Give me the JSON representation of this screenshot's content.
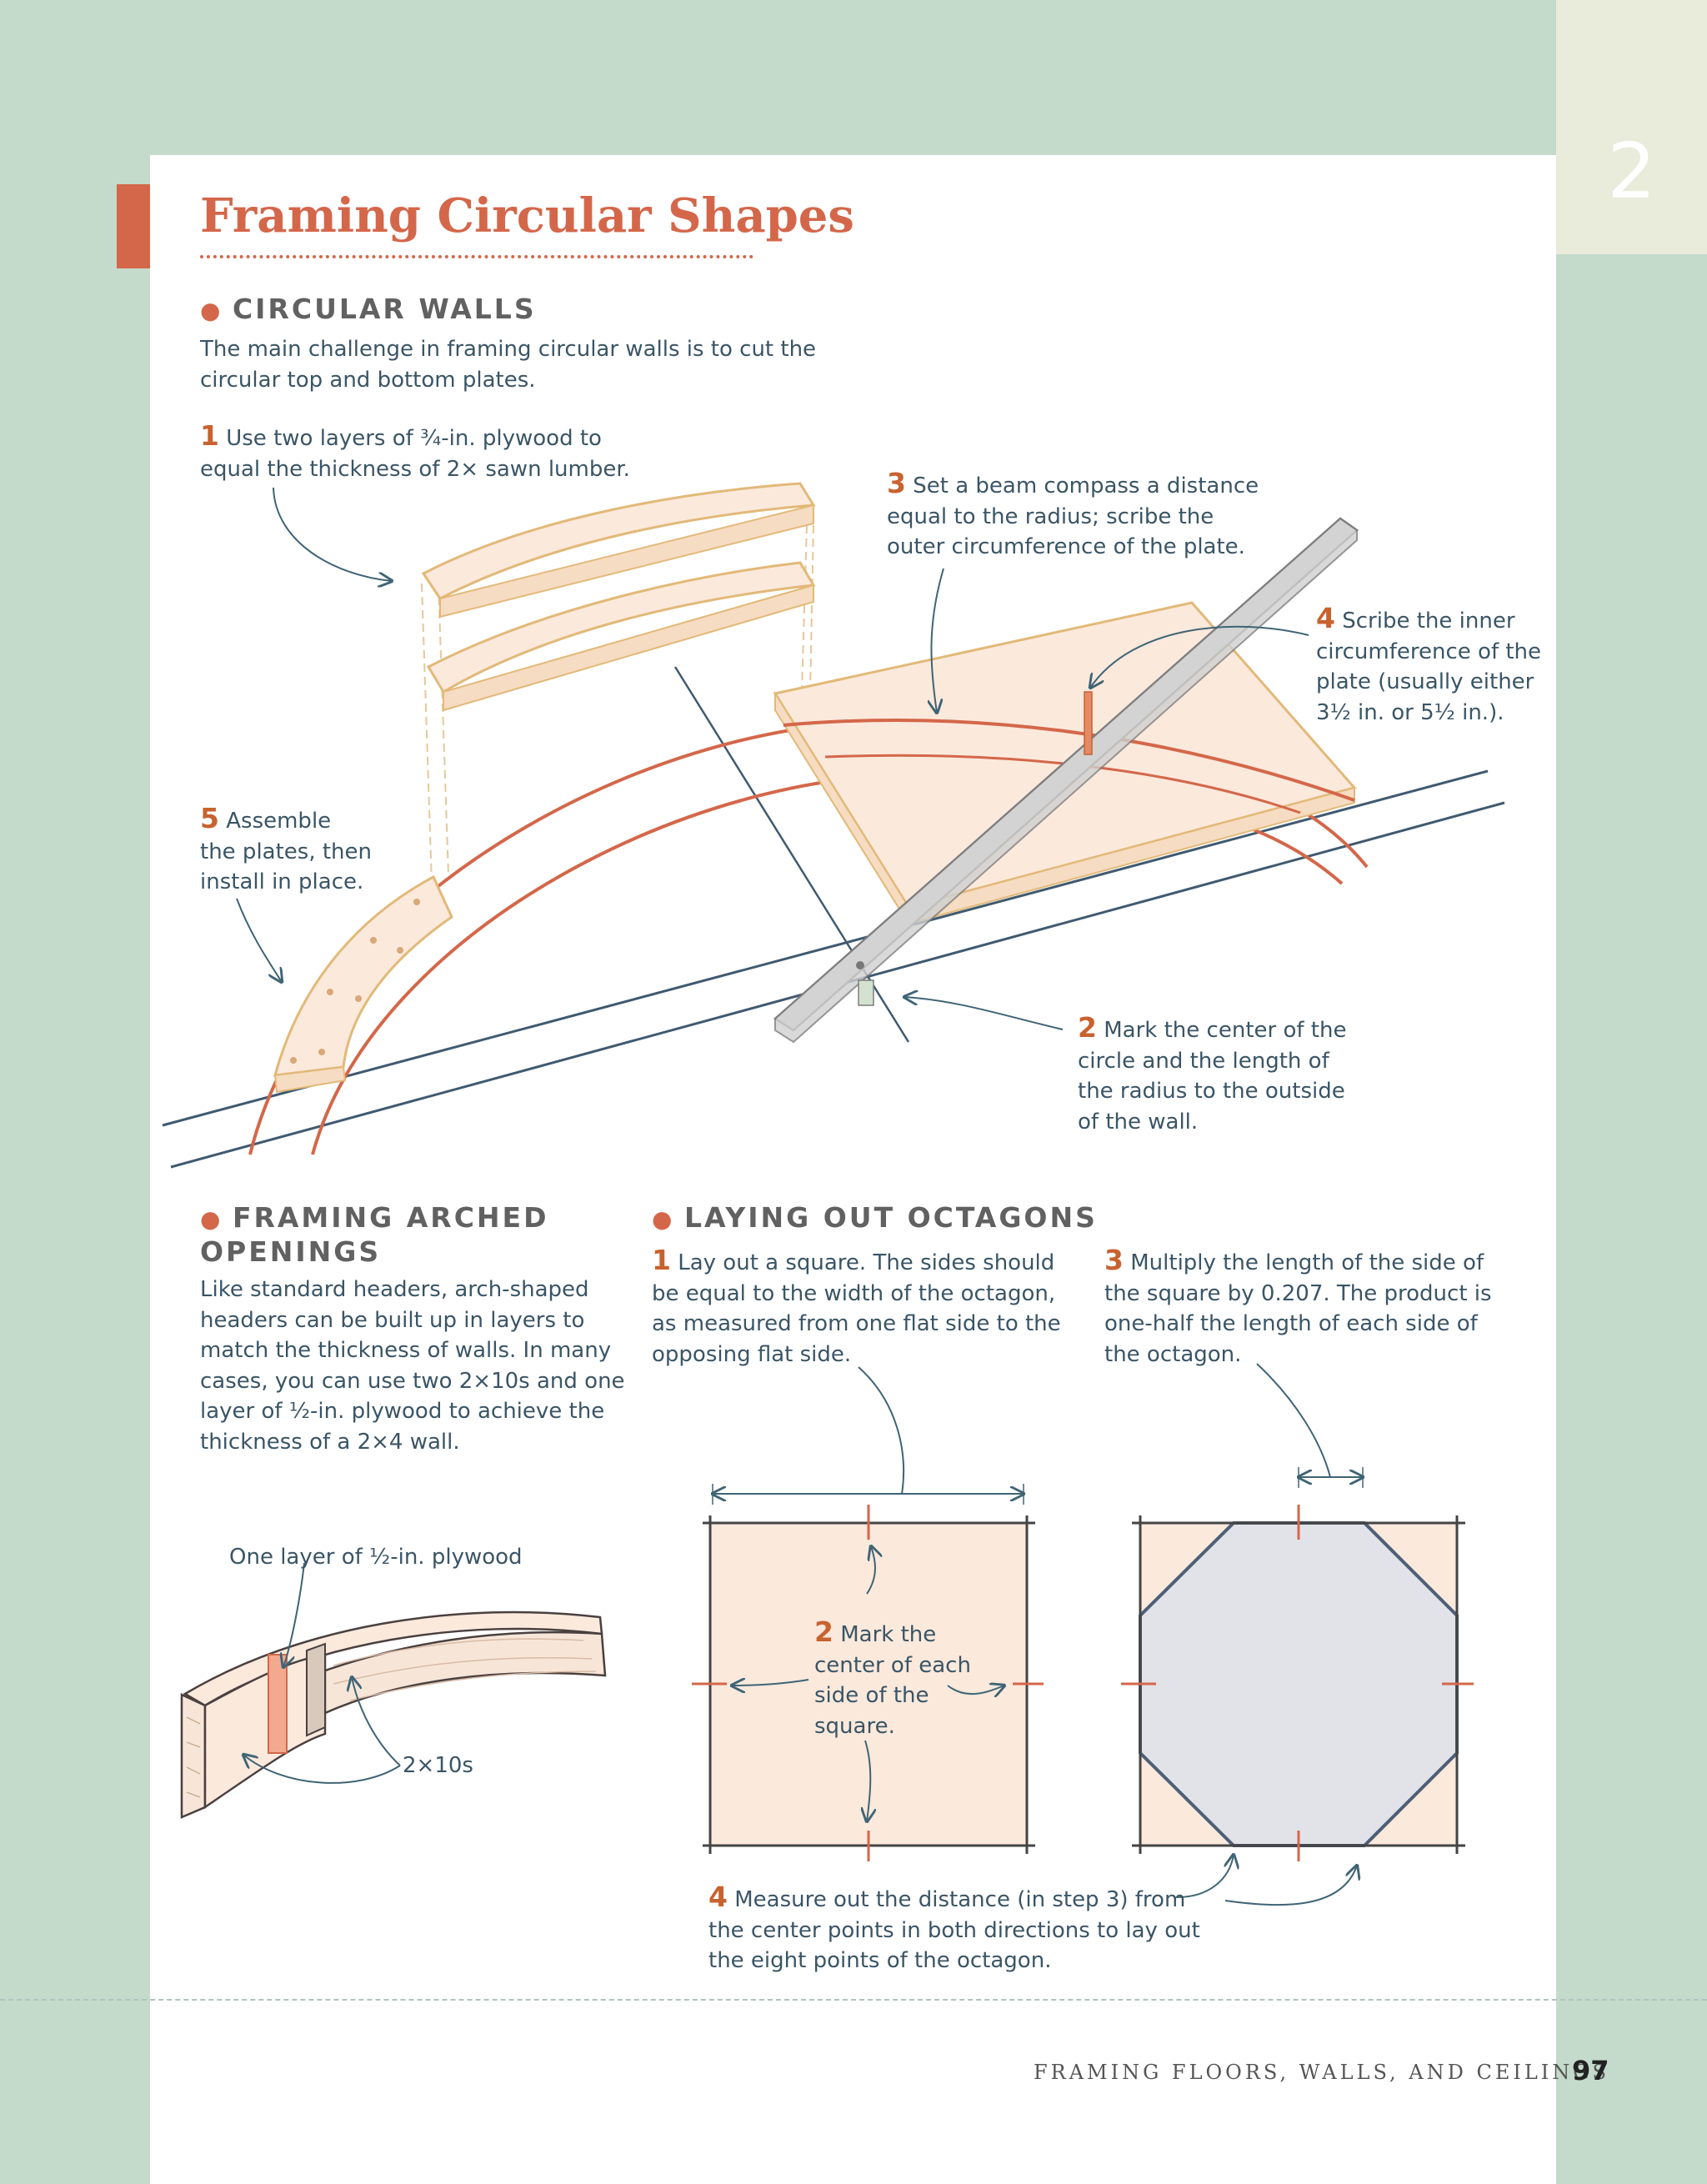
{
  "chapter": {
    "number": "2"
  },
  "title": "Framing Circular Shapes",
  "circular_walls": {
    "heading": "CIRCULAR WALLS",
    "intro": [
      "The main challenge in framing circular walls is to cut the",
      "circular top and bottom plates."
    ],
    "step1": {
      "num": "1",
      "lines": [
        "Use two layers of ¾-in. plywood to",
        "equal the thickness of 2× sawn lumber."
      ]
    },
    "step2": {
      "num": "2",
      "lines": [
        "Mark the center of the",
        "circle and the length of",
        "the radius to the outside",
        "of the wall."
      ]
    },
    "step3": {
      "num": "3",
      "lines": [
        "Set a beam compass a distance",
        "equal to the radius; scribe the",
        "outer circumference of the plate."
      ]
    },
    "step4": {
      "num": "4",
      "lines": [
        "Scribe the inner",
        "circumference of the",
        "plate (usually either",
        "3½ in. or 5½ in.)."
      ]
    },
    "step5": {
      "num": "5",
      "lines": [
        "Assemble",
        "the plates, then",
        "install in place."
      ]
    }
  },
  "arched_openings": {
    "heading": [
      "FRAMING ARCHED",
      "OPENINGS"
    ],
    "body": [
      "Like standard headers, arch-shaped",
      "headers can be built up in layers to",
      "match the thickness of walls. In many",
      "cases, you can use two 2×10s and one",
      "layer of ½-in. plywood to achieve the",
      "thickness of a 2×4 wall."
    ],
    "label_plywood": "One layer of ½-in. plywood",
    "label_2x10s": "2×10s"
  },
  "octagons": {
    "heading": "LAYING OUT OCTAGONS",
    "step1": {
      "num": "1",
      "lines": [
        "Lay out a square. The sides should",
        "be equal to the width of the octagon,",
        "as measured from one flat side to the",
        "opposing flat side."
      ]
    },
    "step2": {
      "num": "2",
      "lines": [
        "Mark the",
        "center of each",
        "side of the",
        "square."
      ]
    },
    "step3": {
      "num": "3",
      "lines": [
        "Multiply the length of the side of",
        "the square by 0.207. The product is",
        "one-half the length of each side of",
        "the octagon."
      ]
    },
    "step4": {
      "num": "4",
      "lines": [
        "Measure out the distance (in step 3) from",
        "the center points in both directions to lay out",
        "the eight points of the octagon."
      ]
    }
  },
  "footer": {
    "running_head": "FRAMING FLOORS, WALLS, AND CEILINGS",
    "page_number": "97"
  },
  "colors": {
    "background": "#c4dacb",
    "accent": "#d4674a",
    "step_number": "#c8622f",
    "text": "#3a5566",
    "tab": "#e9ebdb",
    "wood_fill": "#fbe9dc",
    "octagon_fill": "#e2e3e8"
  }
}
